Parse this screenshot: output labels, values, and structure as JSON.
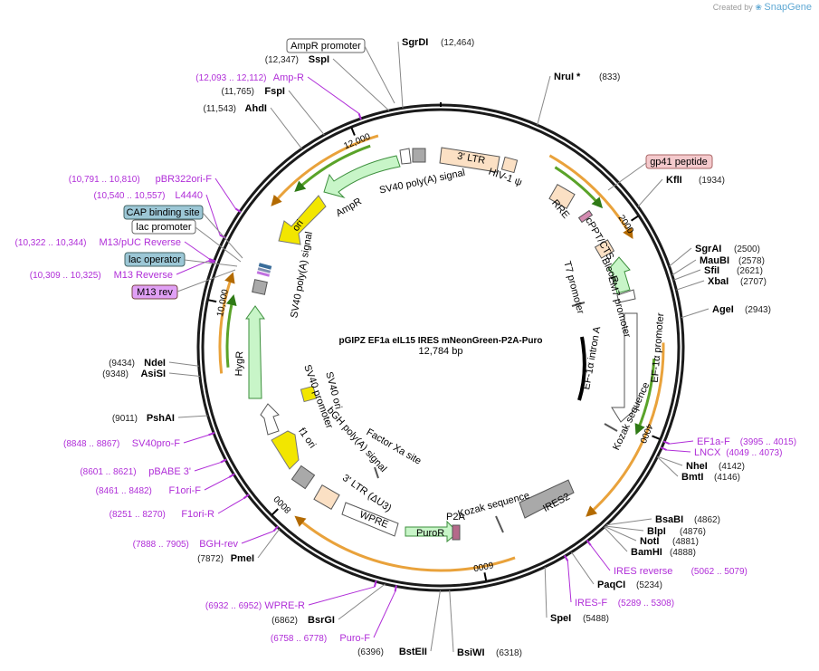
{
  "credit": {
    "prefix": "Created by",
    "brand": "SnapGene",
    "icon": "snapgene-leaf-icon"
  },
  "plasmid": {
    "name": "pGIPZ EF1a eIL15 IRES mNeonGreen-P2A-Puro",
    "size_label": "12,784 bp",
    "length": 12784
  },
  "ticks": [
    {
      "pos": 2000,
      "label": "2000"
    },
    {
      "pos": 4000,
      "label": "4000"
    },
    {
      "pos": 6000,
      "label": "6000"
    },
    {
      "pos": 8000,
      "label": "8000"
    },
    {
      "pos": 10000,
      "label": "10,000"
    },
    {
      "pos": 12000,
      "label": "12,000"
    }
  ],
  "sites": [
    {
      "name": "SgrDI",
      "pos": 12464,
      "label": "(12,464)"
    },
    {
      "name": "NruI *",
      "pos": 833,
      "label": "(833)"
    },
    {
      "name": "KflI",
      "pos": 1934,
      "label": "(1934)"
    },
    {
      "name": "SgrAI",
      "pos": 2500,
      "label": "(2500)"
    },
    {
      "name": "MauBI",
      "pos": 2578,
      "label": "(2578)"
    },
    {
      "name": "SfiI",
      "pos": 2621,
      "label": "(2621)"
    },
    {
      "name": "XbaI",
      "pos": 2707,
      "label": "(2707)"
    },
    {
      "name": "AgeI",
      "pos": 2943,
      "label": "(2943)"
    },
    {
      "name": "NheI",
      "pos": 4142,
      "label": "(4142)"
    },
    {
      "name": "BmtI",
      "pos": 4146,
      "label": "(4146)"
    },
    {
      "name": "BsaBI",
      "pos": 4862,
      "label": "(4862)"
    },
    {
      "name": "BlpI",
      "pos": 4876,
      "label": "(4876)"
    },
    {
      "name": "NotI",
      "pos": 4881,
      "label": "(4881)"
    },
    {
      "name": "BamHI",
      "pos": 4888,
      "label": "(4888)"
    },
    {
      "name": "PaqCI",
      "pos": 5234,
      "label": "(5234)"
    },
    {
      "name": "SpeI",
      "pos": 5488,
      "label": "(5488)"
    },
    {
      "name": "BsiWI",
      "pos": 6318,
      "label": "(6318)"
    },
    {
      "name": "BstEII",
      "pos": 6396,
      "label": "(6396)"
    },
    {
      "name": "BsrGI",
      "pos": 6862,
      "label": "(6862)"
    },
    {
      "name": "PmeI",
      "pos": 7872,
      "label": "(7872)"
    },
    {
      "name": "PshAI",
      "pos": 9011,
      "label": "(9011)"
    },
    {
      "name": "AsiSI",
      "pos": 9348,
      "label": "(9348)"
    },
    {
      "name": "NdeI",
      "pos": 9434,
      "label": "(9434)"
    },
    {
      "name": "AhdI",
      "pos": 11543,
      "label": "(11,543)"
    },
    {
      "name": "FspI",
      "pos": 11765,
      "label": "(11,765)"
    },
    {
      "name": "SspI",
      "pos": 12347,
      "label": "(12,347)"
    }
  ],
  "primers": [
    {
      "name": "Amp-R",
      "range": "(12,093 .. 12,112)",
      "pos": 12100
    },
    {
      "name": "pBR322ori-F",
      "range": "(10,791 .. 10,810)",
      "pos": 10800
    },
    {
      "name": "L4440",
      "range": "(10,540 .. 10,557)",
      "pos": 10548
    },
    {
      "name": "M13/pUC Reverse",
      "range": "(10,322 .. 10,344)",
      "pos": 10333
    },
    {
      "name": "M13 Reverse",
      "range": "(10,309 .. 10,325)",
      "pos": 10317
    },
    {
      "name": "EF1a-F",
      "range": "(3995 .. 4015)",
      "pos": 4005
    },
    {
      "name": "LNCX",
      "range": "(4049 .. 4073)",
      "pos": 4061
    },
    {
      "name": "IRES reverse",
      "range": "(5062 .. 5079)",
      "pos": 5070
    },
    {
      "name": "IRES-F",
      "range": "(5289 .. 5308)",
      "pos": 5298
    },
    {
      "name": "SV40pro-F",
      "range": "(8848 .. 8867)",
      "pos": 8857
    },
    {
      "name": "pBABE 3'",
      "range": "(8601 .. 8621)",
      "pos": 8611
    },
    {
      "name": "F1ori-F",
      "range": "(8461 .. 8482)",
      "pos": 8471
    },
    {
      "name": "F1ori-R",
      "range": "(8251 .. 8270)",
      "pos": 8260
    },
    {
      "name": "BGH-rev",
      "range": "(7888 .. 7905)",
      "pos": 7896
    },
    {
      "name": "WPRE-R",
      "range": "(6932 .. 6952)",
      "pos": 6942
    },
    {
      "name": "Puro-F",
      "range": "(6758 .. 6778)",
      "pos": 6768
    }
  ],
  "boxed_labels": [
    {
      "text": "AmpR promoter",
      "kind": "promoter"
    },
    {
      "text": "gp41 peptide",
      "kind": "peptide"
    },
    {
      "text": "CAP binding site",
      "kind": "protein-bind"
    },
    {
      "text": "lac promoter",
      "kind": "promoter"
    },
    {
      "text": "lac operator",
      "kind": "protein-bind"
    },
    {
      "text": "M13 rev",
      "kind": "primer-bind"
    }
  ],
  "features": [
    {
      "label": "3' LTR"
    },
    {
      "label": "HIV-1 ψ"
    },
    {
      "label": "SV40 poly(A) signal"
    },
    {
      "label": "AmpR"
    },
    {
      "label": "ori"
    },
    {
      "label": "RRE"
    },
    {
      "label": "cPPT/CTS"
    },
    {
      "label": "BleoR"
    },
    {
      "label": "EM7 promoter"
    },
    {
      "label": "T7 promoter"
    },
    {
      "label": "EF-1α intron A"
    },
    {
      "label": "EF-1α promoter"
    },
    {
      "label": "Kozak sequence"
    },
    {
      "label": "IRES2"
    },
    {
      "label": "Kozak sequence"
    },
    {
      "label": "P2A"
    },
    {
      "label": "PuroR"
    },
    {
      "label": "WPRE"
    },
    {
      "label": "3' LTR (ΔU3)"
    },
    {
      "label": "Factor Xa site"
    },
    {
      "label": "bGH poly(A) signal"
    },
    {
      "label": "f1 ori"
    },
    {
      "label": "SV40 promoter"
    },
    {
      "label": "SV40 ori"
    },
    {
      "label": "HygR"
    },
    {
      "label": "SV40 poly(A) signal"
    }
  ],
  "colors": {
    "backbone": "#1a1a1a",
    "cds_fill": "#c8f5c8",
    "cds_stroke": "#3d8f3d",
    "ori_fill": "#f2e600",
    "ltr_fill": "#fbe0c4",
    "promoter_fill": "#ffffff",
    "polyA_fill": "#a9a9a9",
    "orf_orange": "#e9a23b",
    "orf_green": "#5aa329",
    "primer": "#b02ed8",
    "peptide_fill": "#f4c9cc",
    "protein_bind_fill": "#9cc7d6",
    "primer_box_fill": "#e0a0f5"
  }
}
